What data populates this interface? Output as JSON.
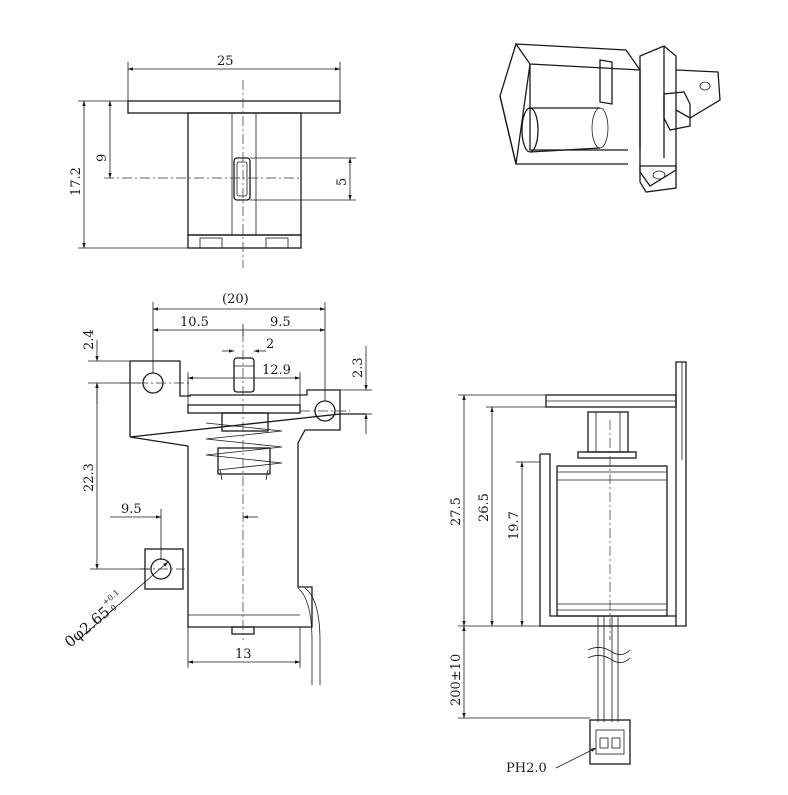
{
  "top_view": {
    "width": "25",
    "height": "17.2",
    "offset": "9",
    "plunger": "5"
  },
  "front_view": {
    "overall": "(20)",
    "left": "10.5",
    "right": "9.5",
    "plunger": "2",
    "flange": "12.9",
    "top_offset": "2.4",
    "right_offset": "2.3",
    "hole_spacing": "22.3",
    "hole_x": "9.5",
    "hole_label": "0φ2.65",
    "tol_up": "+0.1",
    "tol_down": "-0",
    "body": "13"
  },
  "side_view": {
    "h1": "27.5",
    "h2": "26.5",
    "h3": "19.7",
    "lead": "200±10",
    "connector": "PH2.0"
  }
}
